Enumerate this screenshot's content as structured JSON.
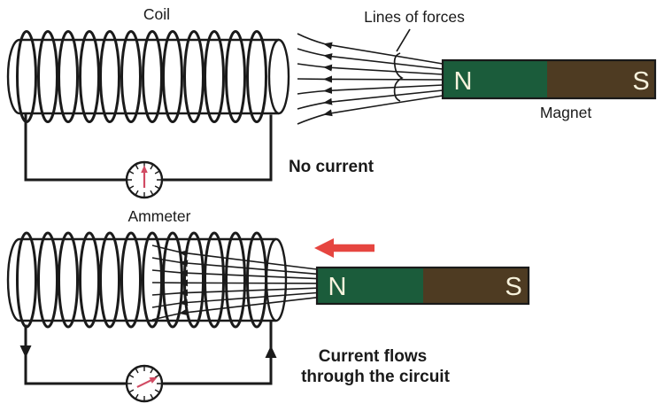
{
  "colors": {
    "background": "#ffffff",
    "line": "#1a1a1a",
    "magnet_north": "#1b5c3b",
    "magnet_south": "#4e3b22",
    "pole_text": "#f7f2dc",
    "motion_arrow": "#e64540",
    "needle": "#d14b63"
  },
  "top": {
    "coil_label": "Coil",
    "lines_label": "Lines of forces",
    "magnet_label": "Magnet",
    "pole_n": "N",
    "pole_s": "S",
    "status": "No current",
    "ammeter_label": "Ammeter"
  },
  "bottom": {
    "pole_n": "N",
    "pole_s": "S",
    "status_line1": "Current flows",
    "status_line2": "through the circuit"
  }
}
